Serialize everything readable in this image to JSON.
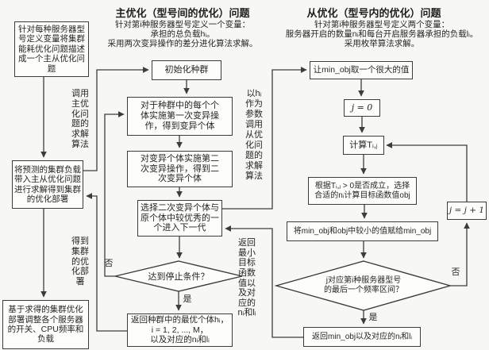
{
  "left_column": {
    "box_describe": "针对每种服务器型\n号定义变量将集群\n能耗优化问题描述\n成一个主从优化问\n题",
    "label_call_main": "调用\n主优\n化问\n题的\n求解\n算法",
    "box_solve": "将预测的集群负载\n带入主从优化问题\n进行求解得到集群\n的优化部署",
    "label_get_deploy": "得到\n集群\n的优\n化部\n署",
    "box_adjust": "基于求得的集群优化\n部署调整各个服务器\n的开关、CPU频率和\n负载"
  },
  "main_opt": {
    "title": "主优化（型号间的优化）问题",
    "description": "针对第i种服务器型号定义一个变量：\n承担的总负载hᵢ。\n采用两次变异操作的差分进化算法求解。",
    "box_init": "初始化种群",
    "box_mutation1": "对于种群中的每个个\n体实施第一次变异操\n作，得到变异个体",
    "box_mutation2": "对变异个体实施第二\n次变异操作，得到二\n次变异个体",
    "box_select": "选择二次变异个体与\n原个体中较优秀的一\n个进入下一代",
    "diamond_stop": "达到停止条件？",
    "box_return": "返回种群中的最优个体hᵢ，\ni = 1, 2, ..., M，\n以及对应的nᵢ和lᵢ",
    "label_yes": "是",
    "label_no": "否"
  },
  "slave_opt": {
    "title": "从优化（型号内的优化）问题",
    "description": "针对第i种服务器型号定义两个变量：\n服务器开启的数量nᵢ和每台开启服务器承担的负载lᵢ。\n采用枚举算法求解。",
    "box_min_obj": "让min_obj取一个很大的值",
    "box_j0": "j = 0",
    "box_compute": "计算Tᵢ,ⱼ",
    "box_select_n": "根据Tᵢ,ⱼ > 0是否成立，选择\n合适的nᵢ计算目标函数值obj",
    "box_assign": "将min_obj和obj中较小的值赋给min_obj",
    "diamond_last": "j对应第i种服务器型号\n的最后一个频率区间？",
    "box_return": "返回min_obj以及对应的nᵢ和lᵢ",
    "box_increment": "j = j + 1",
    "label_yes": "是",
    "label_no": "否"
  },
  "inter_column": {
    "label_call_slave": "以hᵢ\n作为\n参数\n调用\n从优\n化问\n题的\n求解\n算法",
    "label_return_slave": "返回\n最小\n目标\n函数\n值以\n及对\n应的\nnᵢ和lᵢ"
  },
  "colors": {
    "ink": "#3c3c3c",
    "background": "#f7f7f4",
    "box_fill": "#fdfdfb"
  }
}
